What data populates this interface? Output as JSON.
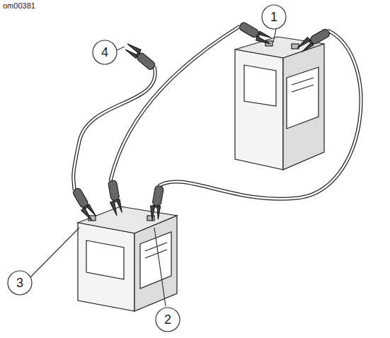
{
  "diagram": {
    "labels": [
      "om00381",
      "1",
      "2",
      "3",
      "4"
    ]
  }
}
